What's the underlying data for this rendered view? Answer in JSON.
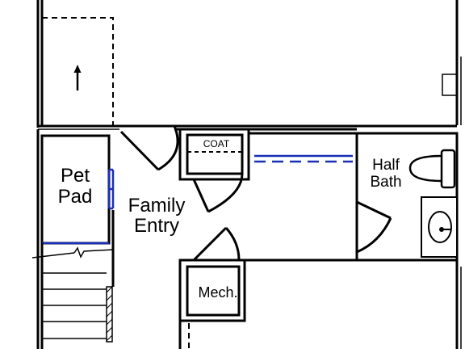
{
  "plan": {
    "rooms": {
      "pet_pad_line1": "Pet",
      "pet_pad_line2": "Pad",
      "family_entry_line1": "Family",
      "family_entry_line2": "Entry",
      "coat": "COAT",
      "half_bath_line1": "Half",
      "half_bath_line2": "Bath",
      "mech": "Mech."
    },
    "colors": {
      "wall": "#000000",
      "shelf_line": "#1a2fb8",
      "background": "#ffffff"
    },
    "icons": [
      "up-arrow-icon",
      "toilet-icon",
      "sink-icon",
      "door-swing-icon"
    ]
  }
}
